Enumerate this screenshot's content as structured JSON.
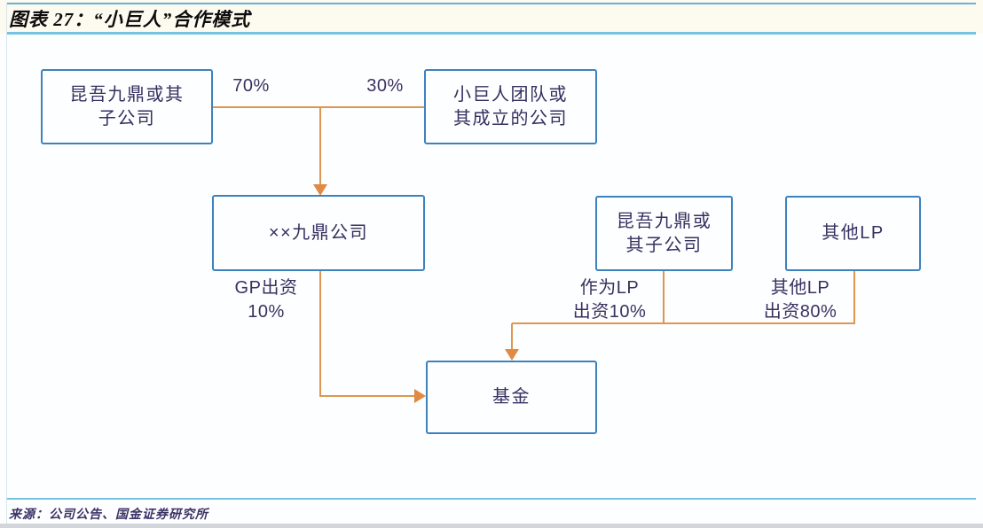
{
  "header": {
    "title": "图表 27：“小巨人”合作模式"
  },
  "diagram": {
    "nodes": {
      "kunwu_top": "昆吾九鼎或其\n子公司",
      "xiaojuren": "小巨人团队或\n其成立的公司",
      "jiuding": "××九鼎公司",
      "kunwu_right": "昆吾九鼎或\n其子公司",
      "other_lp": "其他LP",
      "fund": "基金"
    },
    "labels": {
      "pct_70": "70%",
      "pct_30": "30%",
      "gp_contribution": "GP出资\n10%",
      "as_lp_contribution": "作为LP\n出资10%",
      "other_lp_contribution": "其他LP\n出资80%"
    },
    "colors": {
      "box_border": "#3e82bd",
      "connector_orange": "#dd9750",
      "arrow_orange": "#e08a44",
      "node_text": "#35305f",
      "divider_blue": "#74c3e0",
      "title_band_bg": "#fdfaf0"
    }
  },
  "footer": {
    "source": "来源：公司公告、国金证券研究所"
  }
}
